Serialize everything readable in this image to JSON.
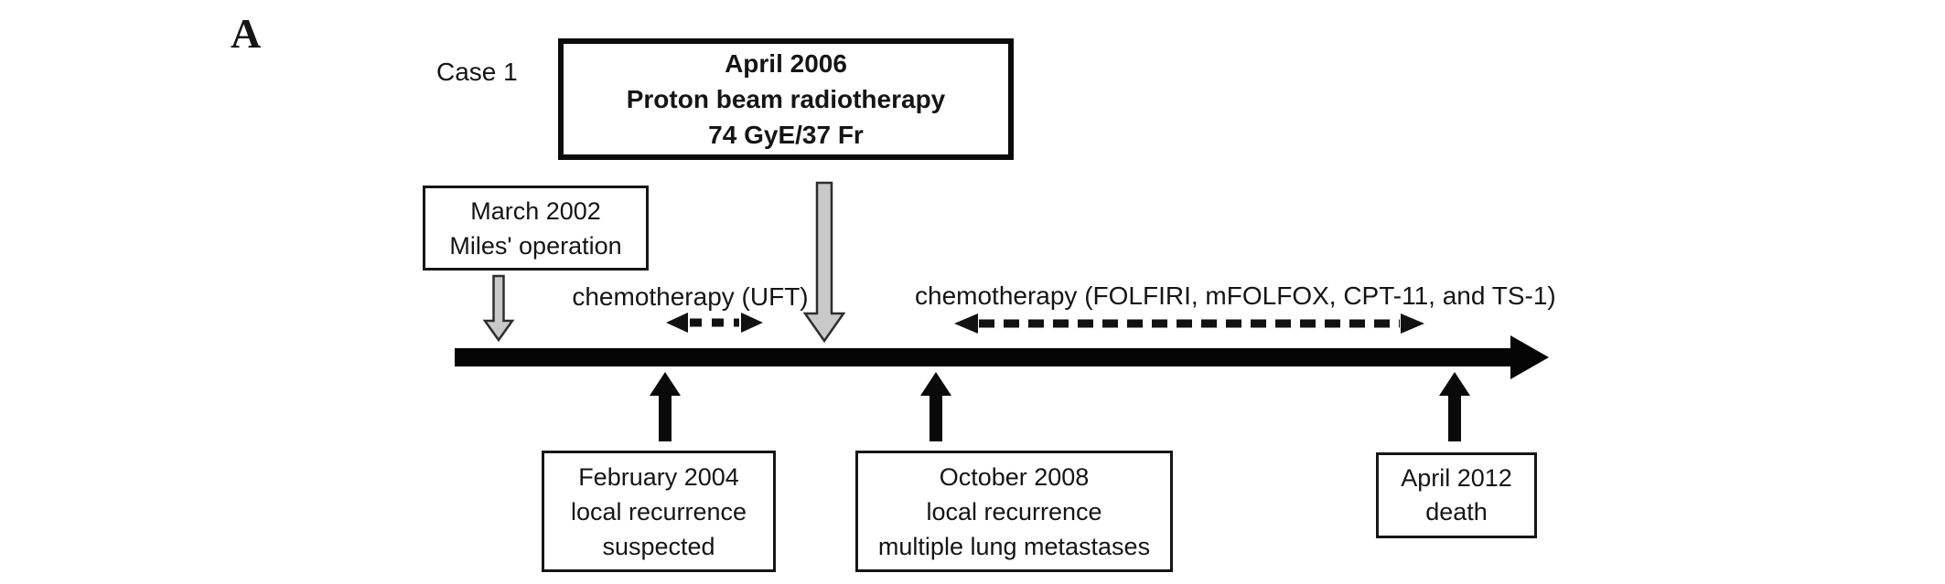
{
  "figure": {
    "panel_label": "A",
    "case_label": "Case 1"
  },
  "boxes": {
    "proton": {
      "lines": [
        "April 2006",
        "Proton beam radiotherapy",
        "74 GyE/37 Fr"
      ]
    },
    "miles": {
      "lines": [
        "March 2002",
        "Miles' operation"
      ]
    },
    "feb2004": {
      "lines": [
        "February 2004",
        "local recurrence",
        "suspected"
      ]
    },
    "oct2008": {
      "lines": [
        "October 2008",
        "local recurrence",
        "multiple lung metastases"
      ]
    },
    "apr2012": {
      "lines": [
        "April 2012",
        "death"
      ]
    }
  },
  "chemo": {
    "uft": "chemotherapy (UFT)",
    "folfiri": "chemotherapy (FOLFIRI, mFOLFOX, CPT-11, and TS-1)"
  },
  "arrows": {
    "timeline_axis": "thick black horizontal timeline with right arrowhead",
    "down_arrow_miles": "gray down arrow from March 2002 box to timeline",
    "down_arrow_proton": "gray down arrow from April 2006 box to timeline",
    "up_arrow_feb2004": "black up arrow from February 2004 box to timeline",
    "up_arrow_oct2008": "black up arrow from October 2008 box to timeline",
    "up_arrow_apr2012": "black up arrow from April 2012 box to timeline",
    "dashed_span_uft": "short dashed double-headed arrow for UFT chemotherapy period",
    "dashed_span_folfiri": "long dashed double-headed arrow for FOLFIRI/mFOLFOX/CPT-11/TS-1 chemotherapy period"
  },
  "colors": {
    "background": "#ffffff",
    "ink": "#151515",
    "gray_arrow_fill": "#c9c9c9",
    "gray_arrow_stroke": "#2e2e2e"
  }
}
